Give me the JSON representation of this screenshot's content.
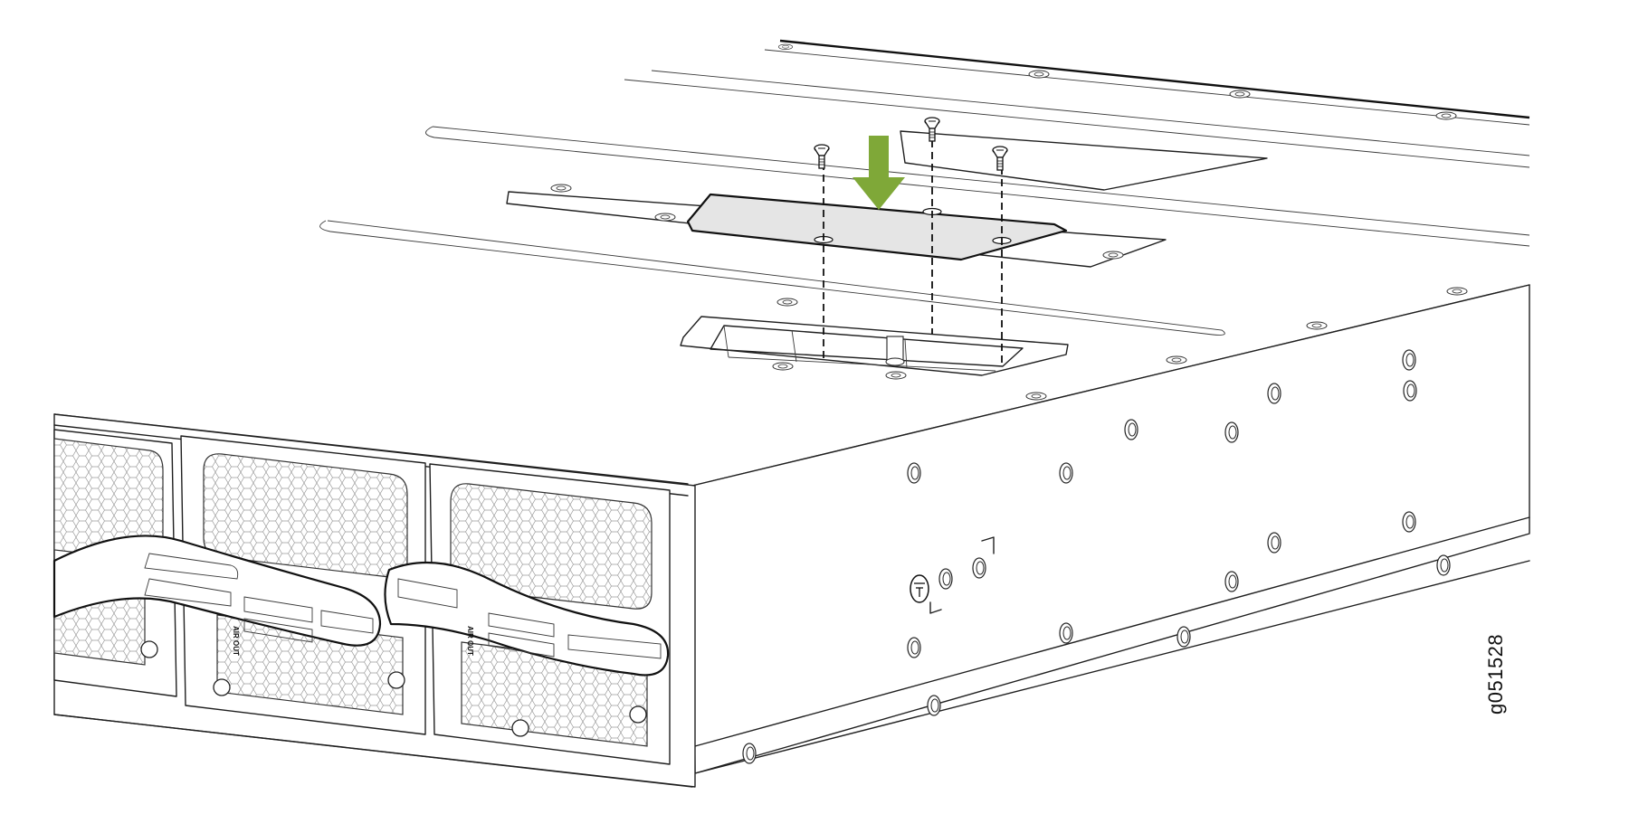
{
  "figure": {
    "code": "g051528"
  },
  "product_labels": {
    "fan_tray_1": "AIR OUT",
    "fan_tray_2": "AIR OUT"
  },
  "colors": {
    "arrow": "#7fa838",
    "plate_fill": "#e5e5e5",
    "line": "#1f1f1f"
  },
  "icons": [
    "ground-symbol-icon",
    "down-arrow-icon",
    "screw-icon"
  ]
}
